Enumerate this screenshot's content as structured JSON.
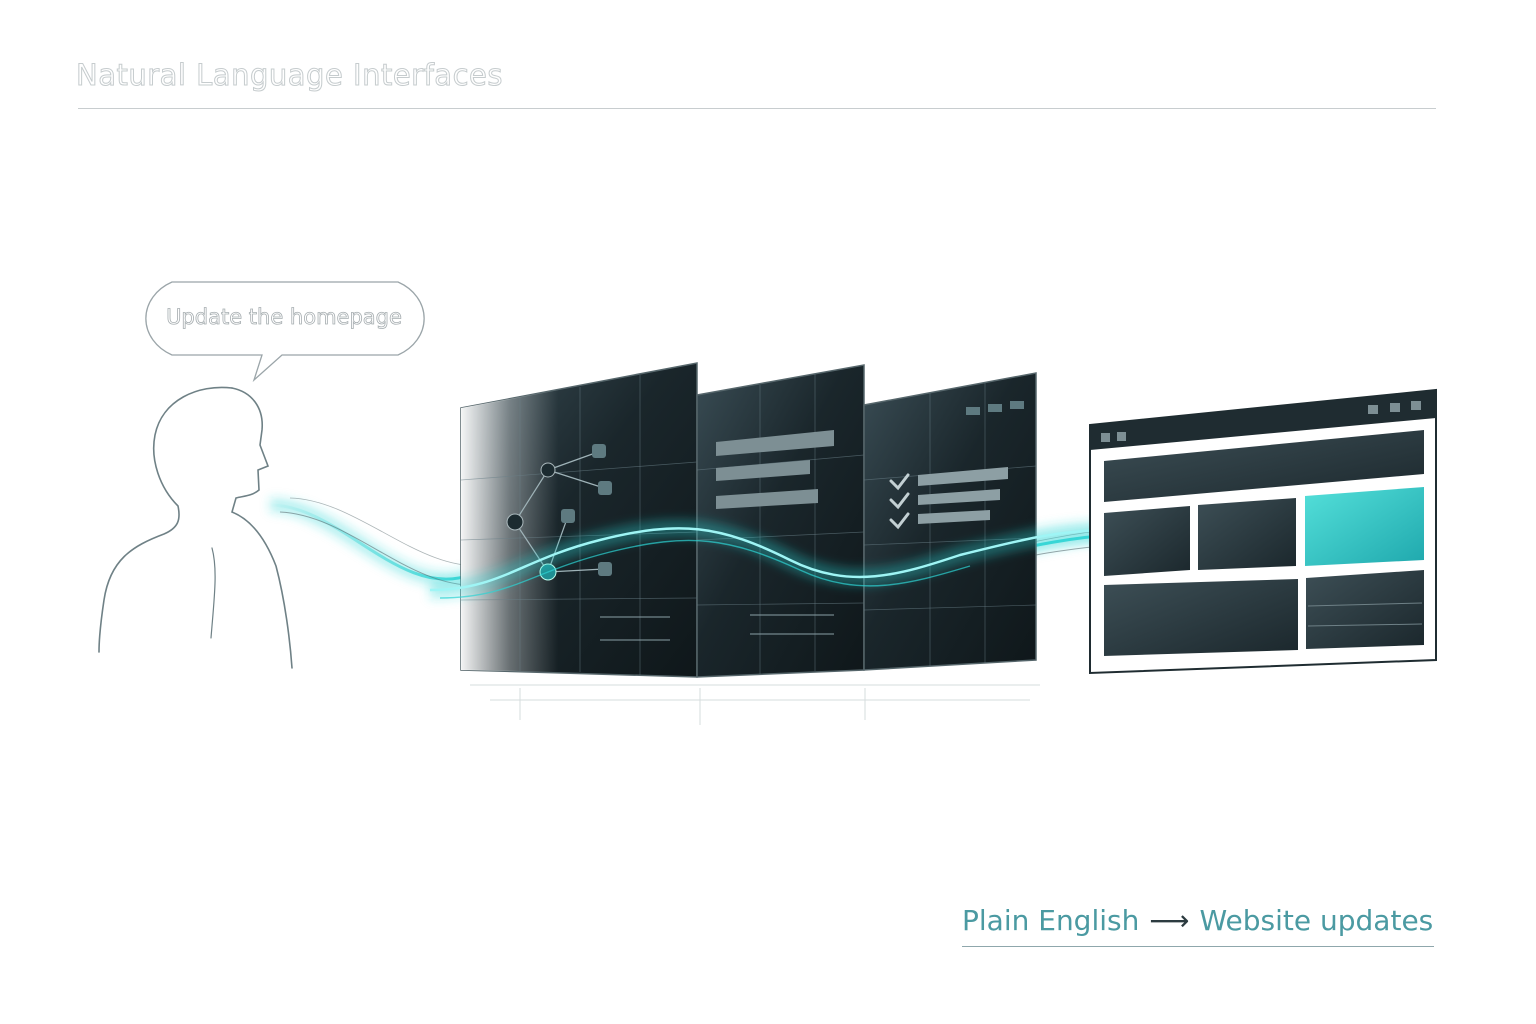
{
  "title": "Natural Language Interfaces",
  "speech_bubble": {
    "text": "Update the homepage"
  },
  "caption": {
    "from": "Plain English",
    "arrow": "⟶",
    "to": "Website updates"
  },
  "colors": {
    "accent_cyan": "#2ed3d3",
    "panel_dark": "#1d2b31",
    "outline": "#7c8b90",
    "caption_teal": "#4b9aa2"
  },
  "icons": [
    "person-outline-icon",
    "check-icon",
    "node-icon",
    "window-control-icon"
  ]
}
